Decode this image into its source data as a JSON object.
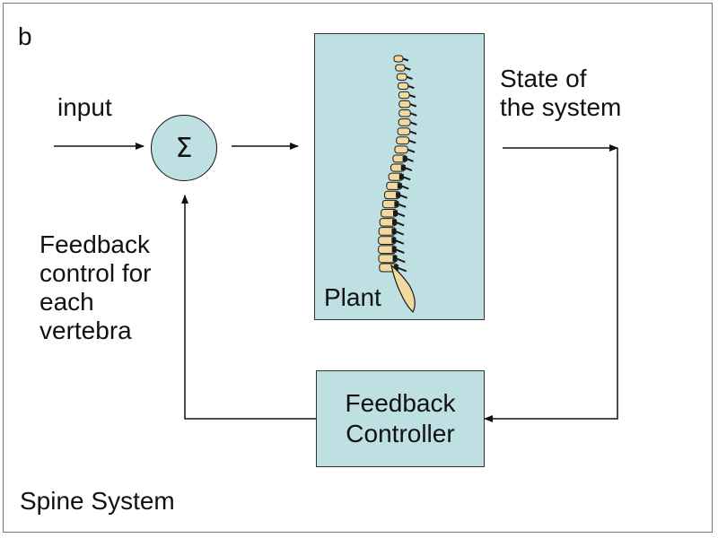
{
  "panel_letter": "b",
  "input_label": "input",
  "sum_symbol": "Σ",
  "plant": {
    "label": "Plant",
    "image": "spine-icon"
  },
  "state_label": "State of\nthe system",
  "feedback_description": "Feedback\ncontrol for\neach\nvertebra",
  "controller_label": "Feedback\nController",
  "footer_label": "Spine System",
  "colors": {
    "box_fill": "#bfe0e3",
    "line": "#111111",
    "bone": "#f2d9a0",
    "bone_dark": "#1a1a1a"
  }
}
